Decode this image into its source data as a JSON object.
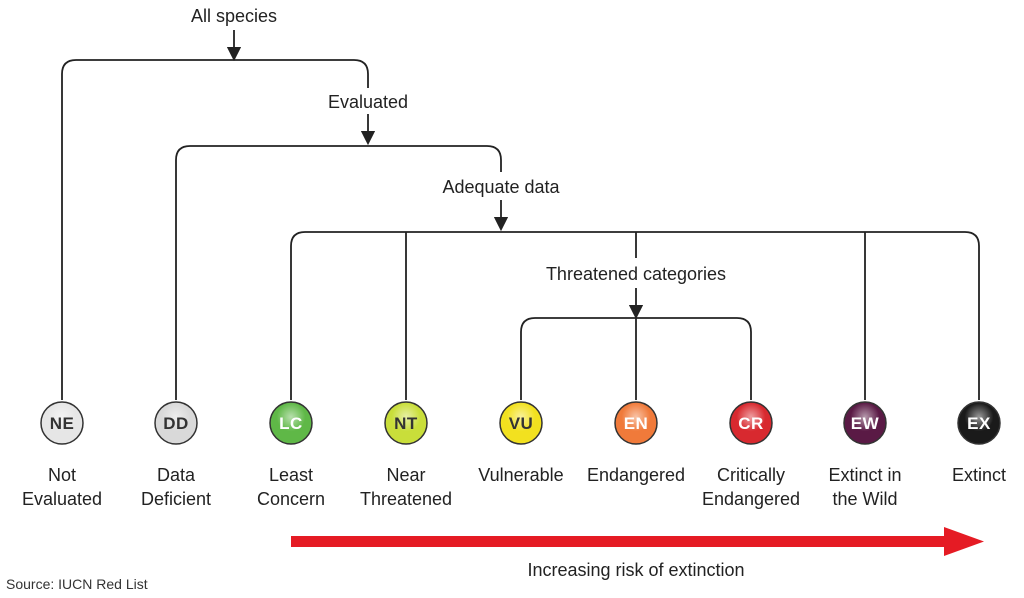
{
  "tree": {
    "root_label": "All species",
    "evaluated_label": "Evaluated",
    "adequate_label": "Adequate data",
    "threatened_label": "Threatened categories"
  },
  "categories": [
    {
      "code": "NE",
      "line1": "Not",
      "line2": "Evaluated",
      "color": "#e6e6e6",
      "text_color": "#333333"
    },
    {
      "code": "DD",
      "line1": "Data",
      "line2": "Deficient",
      "color": "#d9d9d9",
      "text_color": "#333333"
    },
    {
      "code": "LC",
      "line1": "Least",
      "line2": "Concern",
      "color": "#5fb847",
      "text_color": "#ffffff"
    },
    {
      "code": "NT",
      "line1": "Near",
      "line2": "Threatened",
      "color": "#c9de3a",
      "text_color": "#333333"
    },
    {
      "code": "VU",
      "line1": "Vulnerable",
      "line2": "",
      "color": "#f2e11f",
      "text_color": "#333333"
    },
    {
      "code": "EN",
      "line1": "Endangered",
      "line2": "",
      "color": "#f07a3a",
      "text_color": "#ffffff"
    },
    {
      "code": "CR",
      "line1": "Critically",
      "line2": "Endangered",
      "color": "#d8292f",
      "text_color": "#ffffff"
    },
    {
      "code": "EW",
      "line1": "Extinct in",
      "line2": "the Wild",
      "color": "#5a1a45",
      "text_color": "#ffffff"
    },
    {
      "code": "EX",
      "line1": "Extinct",
      "line2": "",
      "color": "#1a1a1a",
      "text_color": "#ffffff"
    }
  ],
  "risk_arrow": {
    "label": "Increasing risk of extinction",
    "color": "#e51b24"
  },
  "source": "Source: IUCN Red List"
}
